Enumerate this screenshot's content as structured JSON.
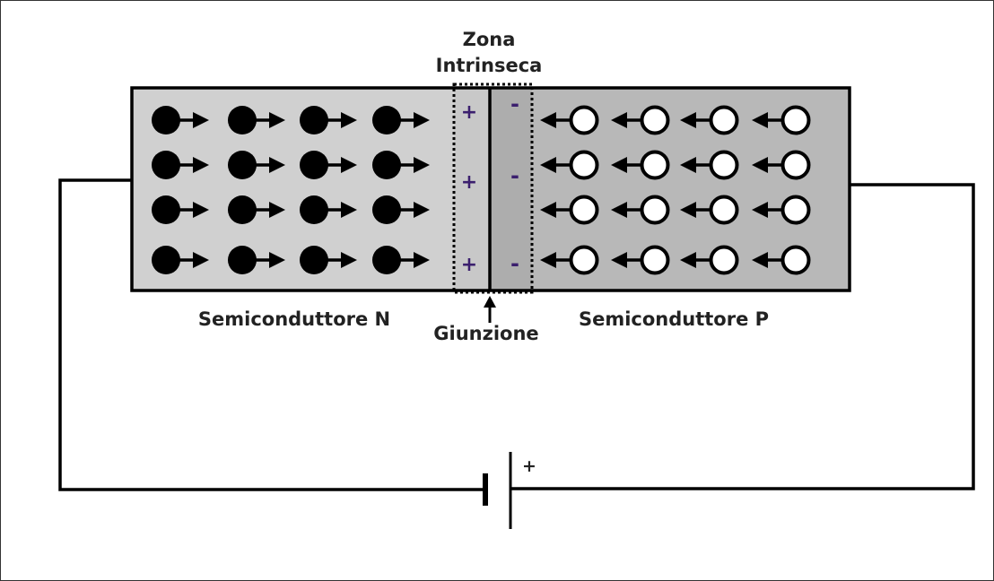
{
  "labels": {
    "zona_line1": "Zona",
    "zona_line2": "Intrinseca",
    "n_side": "Semiconduttore N",
    "p_side": "Semiconduttore P",
    "junction": "Giunzione",
    "battery_plus": "+"
  },
  "depletion": {
    "n_side_signs": [
      "+",
      "+",
      "+"
    ],
    "p_side_signs": [
      "-",
      "-",
      "-"
    ]
  },
  "carriers": {
    "electron_rows": 4,
    "electrons_per_row": 4,
    "hole_rows": 4,
    "holes_per_row": 4
  },
  "colors": {
    "n_region": "#d0d0d0",
    "p_region": "#b8b8b8",
    "depletion_n": "#c8c8c8",
    "depletion_p": "#adadad",
    "line": "#000000",
    "sign": "#3b1f6e"
  },
  "icons": {
    "electron": "filled-circle-right-arrow-icon",
    "hole": "hollow-circle-left-arrow-icon",
    "battery": "battery-icon"
  }
}
